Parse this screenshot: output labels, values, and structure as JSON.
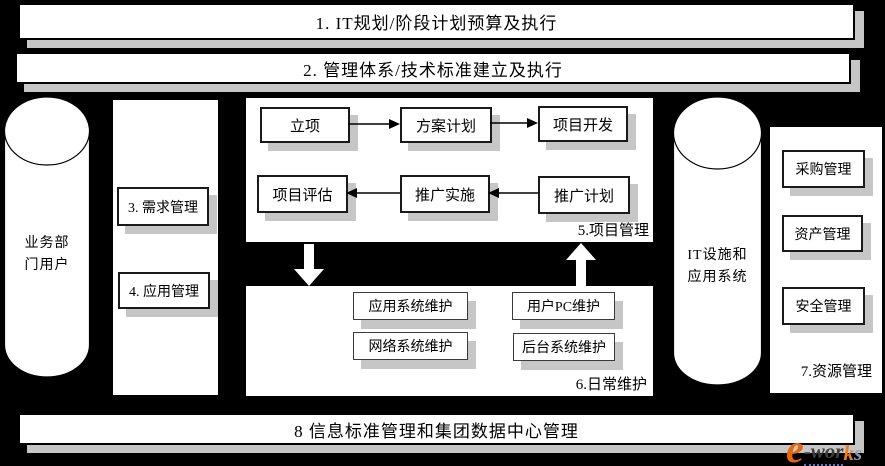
{
  "colors": {
    "background": "#000000",
    "panel": "#ffffff",
    "shadow": "#c6c6c6",
    "border": "#000000",
    "watermark_orange": "#e8650f",
    "watermark_dark": "#3d3d3d"
  },
  "bars": {
    "plan": "1. IT规划/阶段计划预算及执行",
    "standards": "2. 管理体系/技术标准建立及执行",
    "data_center": "8  信息标准管理和集团数据中心管理"
  },
  "business_users_cylinder": {
    "line1": "业务部",
    "line2": "门用户"
  },
  "demand_app_panel": {
    "demand": "3. 需求管理",
    "application": "4. 应用管理"
  },
  "project_panel": {
    "label": "5.项目管理",
    "flow_top": [
      "立项",
      "方案计划",
      "项目开发"
    ],
    "flow_bottom": [
      "项目评估",
      "推广实施",
      "推广计划"
    ]
  },
  "maintenance_panel": {
    "label": "6.日常维护",
    "boxes": [
      "应用系统维护",
      "用户PC维护",
      "网络系统维护",
      "后台系统维护"
    ]
  },
  "it_systems_cylinder": {
    "line1": "IT设施和",
    "line2": "应用系统"
  },
  "resource_panel": {
    "label": "7.资源管理",
    "boxes": [
      "采购管理",
      "资产管理",
      "安全管理"
    ]
  },
  "watermark": {
    "e": "e",
    "wor": "-wor",
    "k": "k",
    "s": "s"
  }
}
